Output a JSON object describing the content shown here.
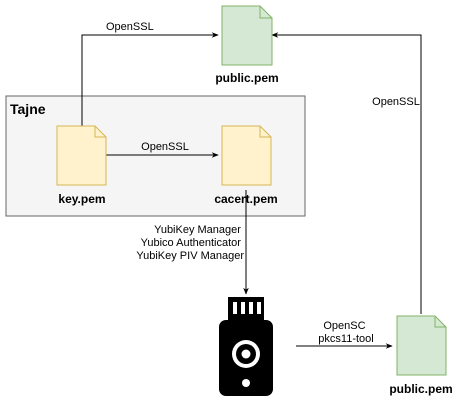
{
  "group": {
    "title": "Tajne",
    "fill": "#f5f5f5",
    "stroke": "#666666"
  },
  "docs": {
    "key": {
      "label": "key.pem",
      "fill": "#fff2cc",
      "stroke": "#d6b656"
    },
    "cacert": {
      "label": "cacert.pem",
      "fill": "#fff2cc",
      "stroke": "#d6b656"
    },
    "public_top": {
      "label": "public.pem",
      "fill": "#d5e8d4",
      "stroke": "#82b366"
    },
    "public_bottom": {
      "label": "public.pem",
      "fill": "#d5e8d4",
      "stroke": "#82b366"
    }
  },
  "edges": {
    "key_to_public": {
      "label": "OpenSSL"
    },
    "key_to_cacert": {
      "label": "OpenSSL"
    },
    "public_bottom_to_top": {
      "label": "OpenSSL"
    },
    "cacert_to_yubikey": {
      "lines": [
        "YubiKey Manager",
        "Yubico Authenticator",
        "YubiKey PIV Manager"
      ]
    },
    "yubikey_to_public": {
      "lines": [
        "OpenSC",
        "pkcs11-tool"
      ]
    }
  },
  "yubikey": {
    "icon": "usb-security-key-icon",
    "color": "#000000"
  }
}
